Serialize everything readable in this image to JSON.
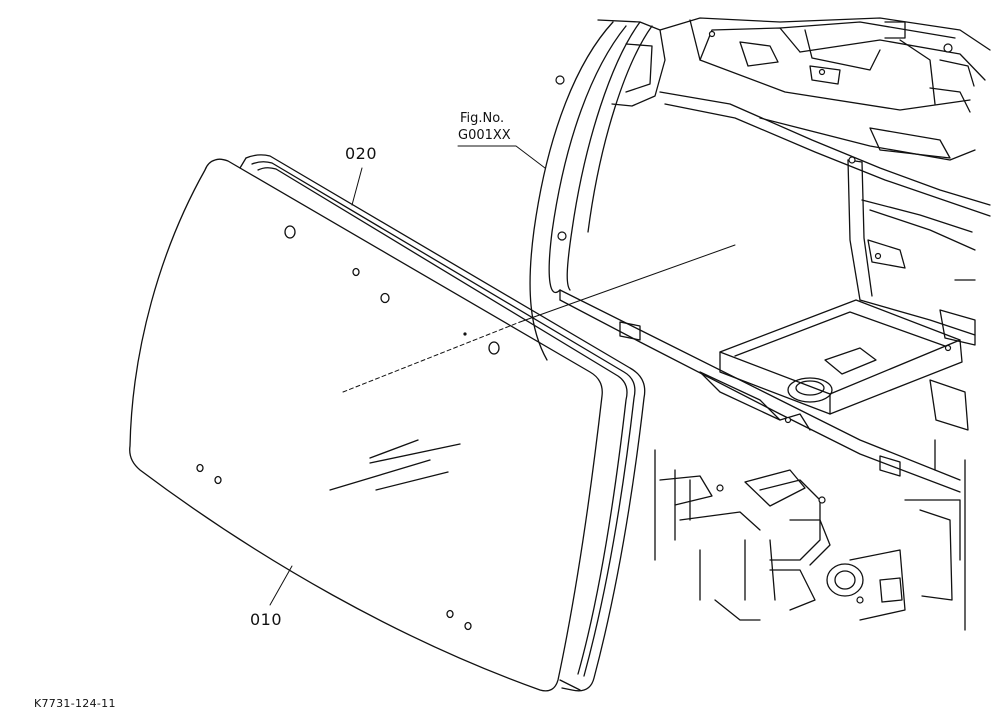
{
  "callouts": {
    "part_020": "020",
    "part_010": "010",
    "fig_label": "Fig.No.",
    "fig_code": "G001XX"
  },
  "footer": {
    "diagram_id": "K7731-124-11"
  },
  "colors": {
    "line": "#111111",
    "background": "#ffffff"
  }
}
